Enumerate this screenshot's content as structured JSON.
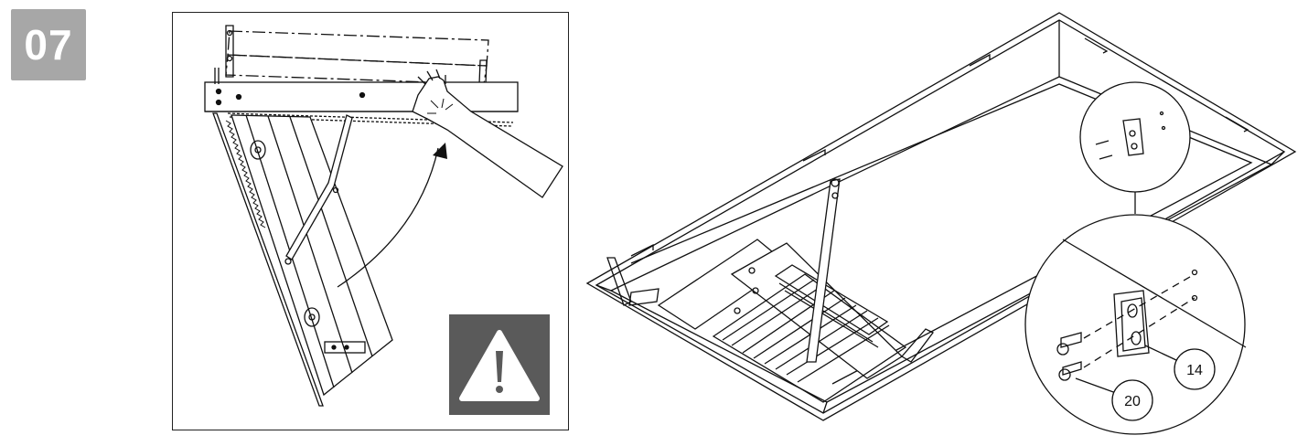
{
  "step": {
    "number": "07"
  },
  "callouts": [
    {
      "label": "14"
    },
    {
      "label": "20"
    }
  ],
  "icons": {
    "warning": "warning-triangle-icon",
    "arrow": "curved-arrow-icon",
    "hand": "hand-icon"
  },
  "colors": {
    "badge": "#a7a7a7",
    "warning_bg": "#5a5a5a",
    "line": "#111111"
  }
}
